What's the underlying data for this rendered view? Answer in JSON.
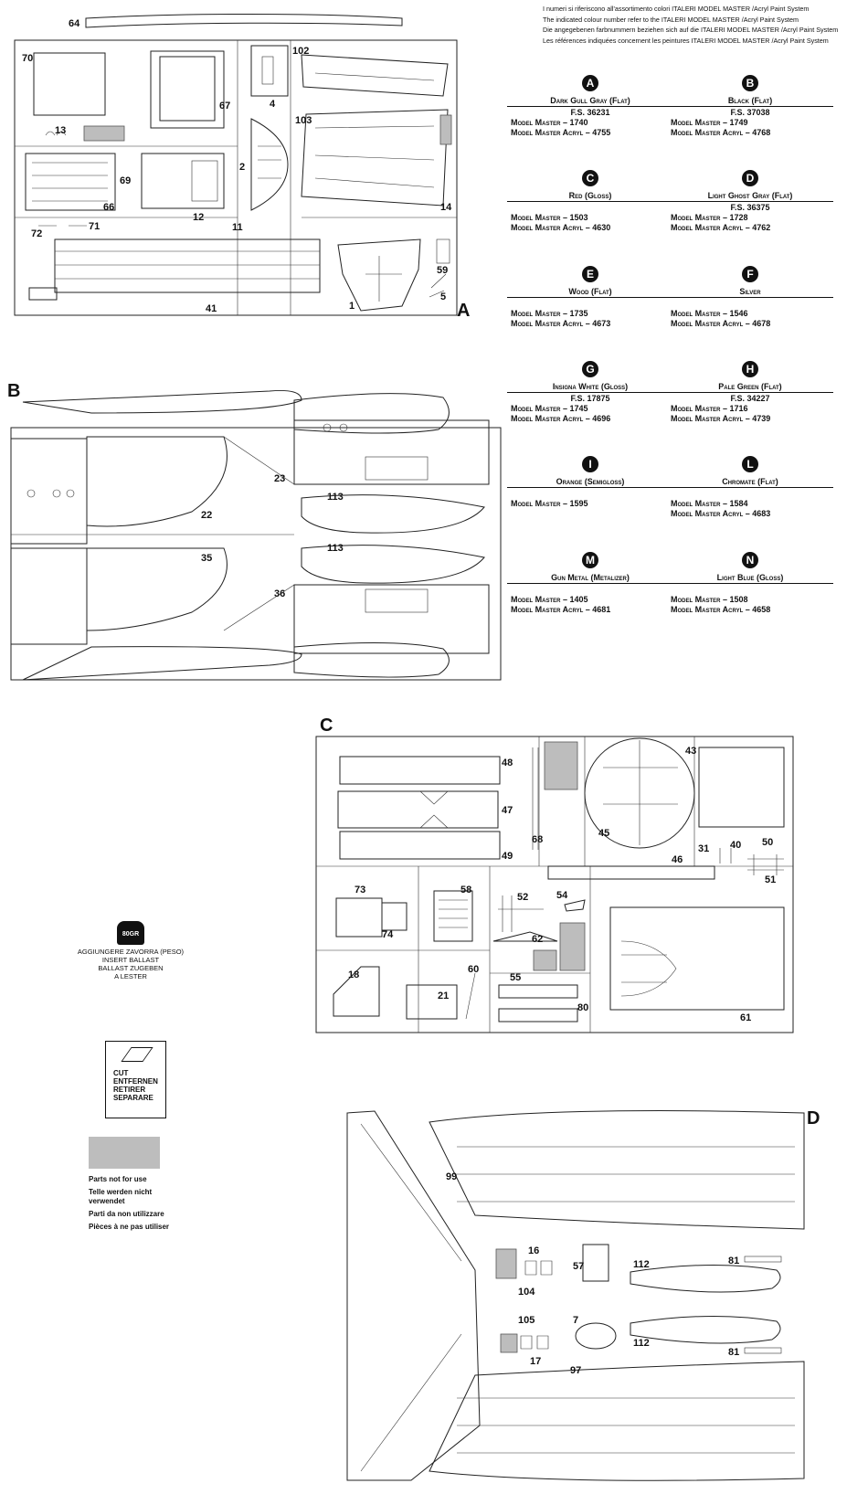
{
  "intro_lines": [
    "I numeri si riferiscono all'assortimento colori ITALERI MODEL MASTER /Acryl Paint System",
    "The indicated colour number refer to the ITALERI MODEL MASTER /Acryl Paint System",
    "Die angegebenen farbnummern beziehen sich auf die ITALERI MODEL MASTER /Acryl Paint System",
    "Les références indiquées concernent les peintures ITALERI MODEL MASTER /Acryl Paint System"
  ],
  "colors": [
    {
      "letter": "A",
      "name": "Dark Gull Gray (Flat)",
      "fs": "F.S. 36231",
      "mm": "Model Master – 1740",
      "acryl": "Model Master Acryl – 4755"
    },
    {
      "letter": "B",
      "name": "Black (Flat)",
      "fs": "F.S. 37038",
      "mm": "Model Master – 1749",
      "acryl": "Model Master Acryl – 4768"
    },
    {
      "letter": "C",
      "name": "Red (Gloss)",
      "fs": "",
      "mm": "Model Master – 1503",
      "acryl": "Model Master Acryl – 4630"
    },
    {
      "letter": "D",
      "name": "Light Ghost Gray (Flat)",
      "fs": "F.S. 36375",
      "mm": "Model Master – 1728",
      "acryl": "Model Master Acryl – 4762"
    },
    {
      "letter": "E",
      "name": "Wood (Flat)",
      "fs": "",
      "mm": "Model Master – 1735",
      "acryl": "Model Master Acryl – 4673"
    },
    {
      "letter": "F",
      "name": "Silver",
      "fs": "",
      "mm": "Model Master – 1546",
      "acryl": "Model Master Acryl – 4678"
    },
    {
      "letter": "G",
      "name": "Insigna White (Gloss)",
      "fs": "F.S. 17875",
      "mm": "Model Master – 1745",
      "acryl": "Model Master Acryl – 4696"
    },
    {
      "letter": "H",
      "name": "Pale Green (Flat)",
      "fs": "F.S. 34227",
      "mm": "Model Master – 1716",
      "acryl": "Model Master Acryl – 4739"
    },
    {
      "letter": "I",
      "name": "Orange (Semigloss)",
      "fs": "",
      "mm": "Model Master – 1595",
      "acryl": ""
    },
    {
      "letter": "L",
      "name": "Chromate (Flat)",
      "fs": "",
      "mm": "Model Master – 1584",
      "acryl": "Model Master Acryl – 4683"
    },
    {
      "letter": "M",
      "name": "Gun Metal (Metalizer)",
      "fs": "",
      "mm": "Model Master – 1405",
      "acryl": "Model Master Acryl – 4681"
    },
    {
      "letter": "N",
      "name": "Light Blue (Gloss)",
      "fs": "",
      "mm": "Model Master – 1508",
      "acryl": "Model Master Acryl – 4658"
    }
  ],
  "sprues": {
    "a": "A",
    "b": "B",
    "c": "C",
    "d": "D"
  },
  "part_numbers": {
    "a": [
      "64",
      "70",
      "67",
      "4",
      "102",
      "103",
      "13",
      "2",
      "69",
      "66",
      "12",
      "11",
      "14",
      "72",
      "71",
      "59",
      "5",
      "41",
      "1"
    ],
    "b": [
      "23",
      "22",
      "113",
      "113",
      "35",
      "36"
    ],
    "c": [
      "48",
      "43",
      "47",
      "45",
      "68",
      "49",
      "46",
      "31",
      "40",
      "50",
      "51",
      "73",
      "58",
      "52",
      "54",
      "74",
      "62",
      "55",
      "18",
      "60",
      "21",
      "80",
      "61"
    ],
    "d": [
      "99",
      "16",
      "57",
      "112",
      "81",
      "104",
      "105",
      "7",
      "112",
      "81",
      "17",
      "97"
    ]
  },
  "ballast": {
    "weight": "80GR",
    "lines": [
      "AGGIUNGERE ZAVORRA (PESO)",
      "INSERT BALLAST",
      "BALLAST ZUGEBEN",
      "A LESTER"
    ]
  },
  "cut": {
    "lines": [
      "CUT",
      "ENTFERNEN",
      "RETIRER",
      "SEPARARE"
    ]
  },
  "legend": {
    "lines": [
      "Parts not for use",
      "Telle werden nicht verwendet",
      "Parti da non utilizzare",
      "Pièces à ne pas utiliser"
    ]
  },
  "palette": {
    "ink": "#111111",
    "unused_parts_gray": "#bdbdbd"
  }
}
